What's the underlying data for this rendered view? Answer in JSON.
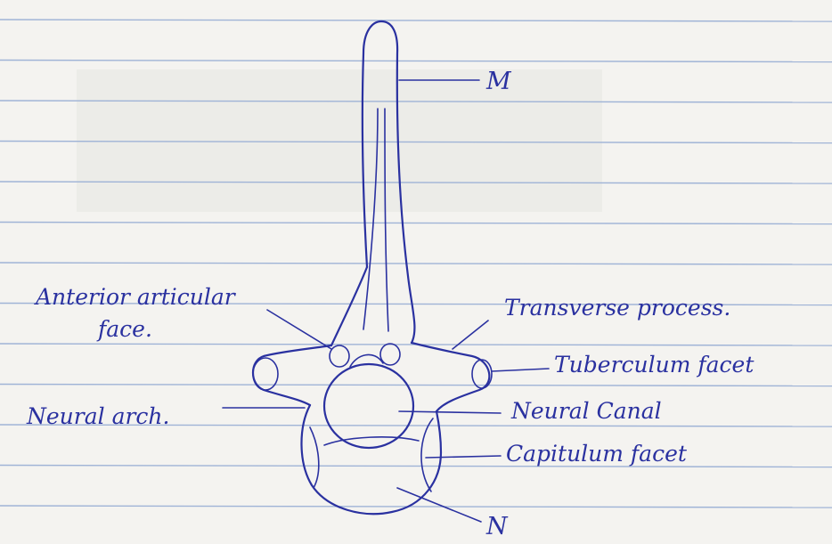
{
  "diagram": {
    "top_label": "M",
    "bottom_label": "N",
    "labels": {
      "anterior_line1": "Anterior articular",
      "anterior_line2": "face.",
      "transverse": "Transverse process.",
      "tuberculum": "Tuberculum facet",
      "neural_arch": "Neural arch.",
      "neural_canal": "Neural Canal",
      "capitulum": "Capitulum facet"
    }
  },
  "colors": {
    "ink": "#2a31a0",
    "rule_lines": "#9fb3d6",
    "paper": "#f4f3f0"
  }
}
